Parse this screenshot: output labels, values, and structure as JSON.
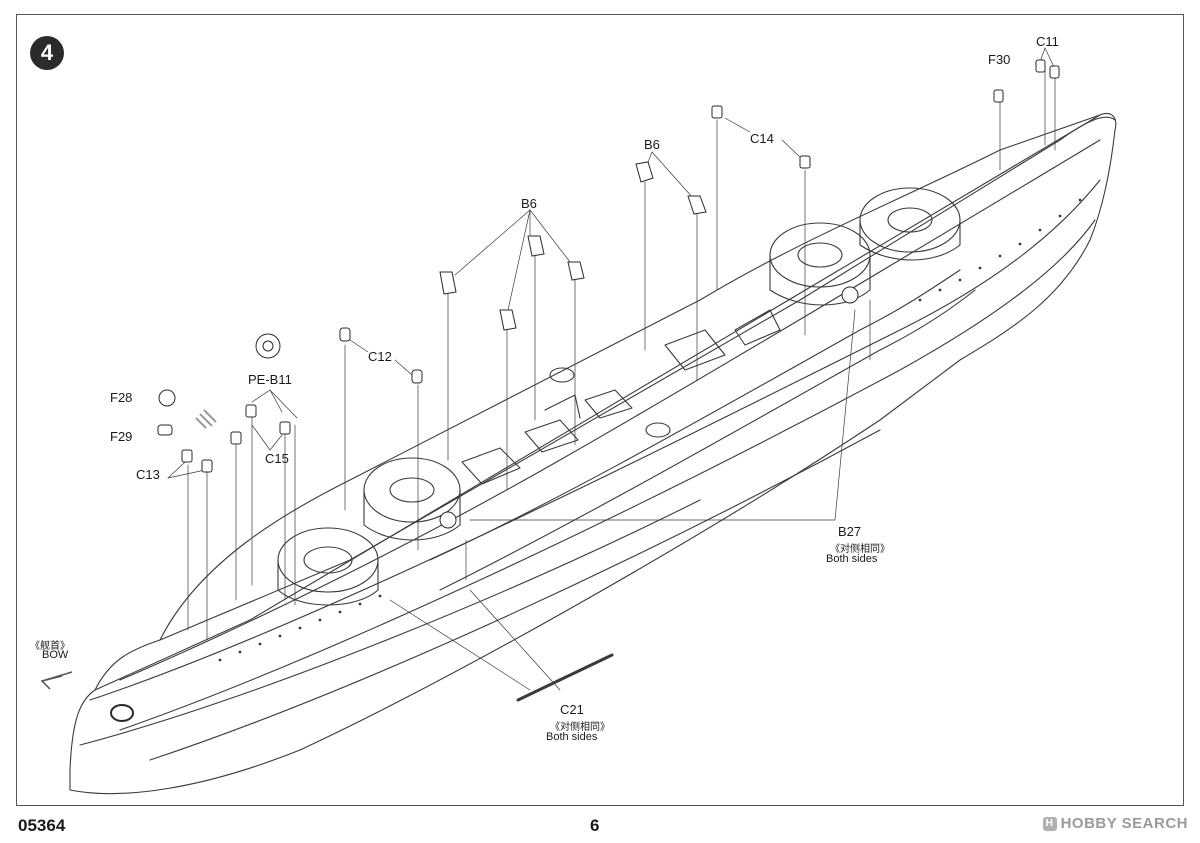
{
  "step_number": "4",
  "part_labels": {
    "c11": "C11",
    "f30": "F30",
    "c14": "C14",
    "b6_top": "B6",
    "b6_mid": "B6",
    "c12": "C12",
    "pe_b11": "PE-B11",
    "f28": "F28",
    "f29": "F29",
    "c13": "C13",
    "c15": "C15",
    "b27": "B27",
    "c21": "C21"
  },
  "notes": {
    "b27_cn": "《对侧相同》",
    "b27_en": "Both sides",
    "c21_cn": "《对侧相同》",
    "c21_en": "Both sides",
    "bow_cn": "《舰首》",
    "bow_en": "BOW"
  },
  "footer": {
    "product_code": "05364",
    "page_number": "6"
  },
  "watermark": {
    "brand_icon": "hobby-search-logo",
    "text": "HOBBY SEARCH"
  }
}
